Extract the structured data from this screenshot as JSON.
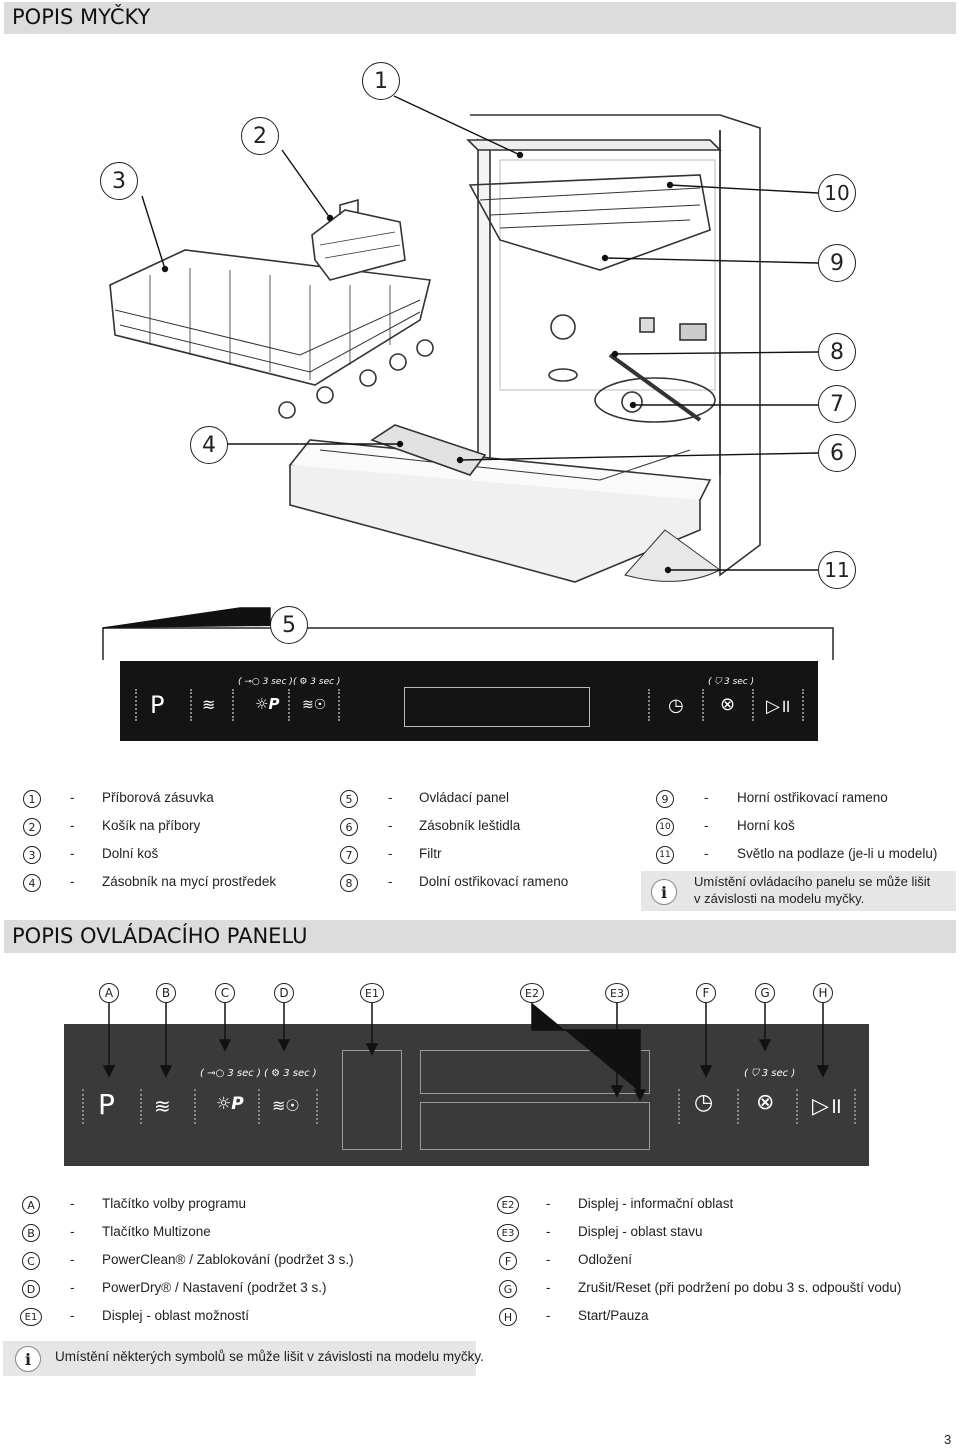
{
  "section1": {
    "title": "POPIS MYČKY"
  },
  "section2": {
    "title": "POPIS OVLÁDACÍHO PANELU"
  },
  "diagram_numbers": [
    "1",
    "2",
    "3",
    "4",
    "5",
    "6",
    "7",
    "8",
    "9",
    "10",
    "11"
  ],
  "panel_small": {
    "lock_hint": "( ⊸○ 3 sec )",
    "dry_hint": "( ⚙ 3 sec )",
    "cancel_hint": "( ⛉ 3 sec )",
    "program_glyph": "P"
  },
  "panel_large": {
    "lock_hint": "( ⊸○ 3 sec )",
    "dry_hint": "( ⚙ 3 sec )",
    "cancel_hint": "( ⛉ 3 sec )",
    "program_glyph": "P"
  },
  "letter_markers": [
    "A",
    "B",
    "C",
    "D",
    "E1",
    "E2",
    "E3",
    "F",
    "G",
    "H"
  ],
  "legend1": [
    {
      "num": "1",
      "text": "Příborová zásuvka"
    },
    {
      "num": "2",
      "text": "Košík na příbory"
    },
    {
      "num": "3",
      "text": "Dolní koš"
    },
    {
      "num": "4",
      "text": "Zásobník na mycí prostředek"
    },
    {
      "num": "5",
      "text": "Ovládací panel"
    },
    {
      "num": "6",
      "text": "Zásobník leštidla"
    },
    {
      "num": "7",
      "text": "Filtr"
    },
    {
      "num": "8",
      "text": "Dolní ostřikovací rameno"
    },
    {
      "num": "9",
      "text": "Horní ostřikovací rameno"
    },
    {
      "num": "10",
      "text": "Horní koš"
    },
    {
      "num": "11",
      "text": "Světlo na podlaze (je-li u modelu)"
    }
  ],
  "dash": "-",
  "info1": {
    "icon": "i",
    "line1": "Umístění ovládacího panelu se může lišit",
    "line2": "v závislosti na modelu myčky."
  },
  "legend2": [
    {
      "key": "A",
      "text": "Tlačítko volby programu"
    },
    {
      "key": "B",
      "text": "Tlačítko Multizone"
    },
    {
      "key": "C",
      "text": "PowerClean® / Zablokování (podržet 3 s.)"
    },
    {
      "key": "D",
      "text": "PowerDry® / Nastavení (podržet 3 s.)"
    },
    {
      "key": "E1",
      "text": "Displej - oblast možností"
    },
    {
      "key": "E2",
      "text": "Displej - informační oblast"
    },
    {
      "key": "E3",
      "text": "Displej - oblast stavu"
    },
    {
      "key": "F",
      "text": "Odložení"
    },
    {
      "key": "G",
      "text": "Zrušit/Reset (při podržení po dobu 3 s. odpouští vodu)"
    },
    {
      "key": "H",
      "text": "Start/Pauza"
    }
  ],
  "info2": {
    "icon": "i",
    "text": "Umístění některých symbolů se může lišit v závislosti na modelu myčky."
  },
  "page_number": "3"
}
